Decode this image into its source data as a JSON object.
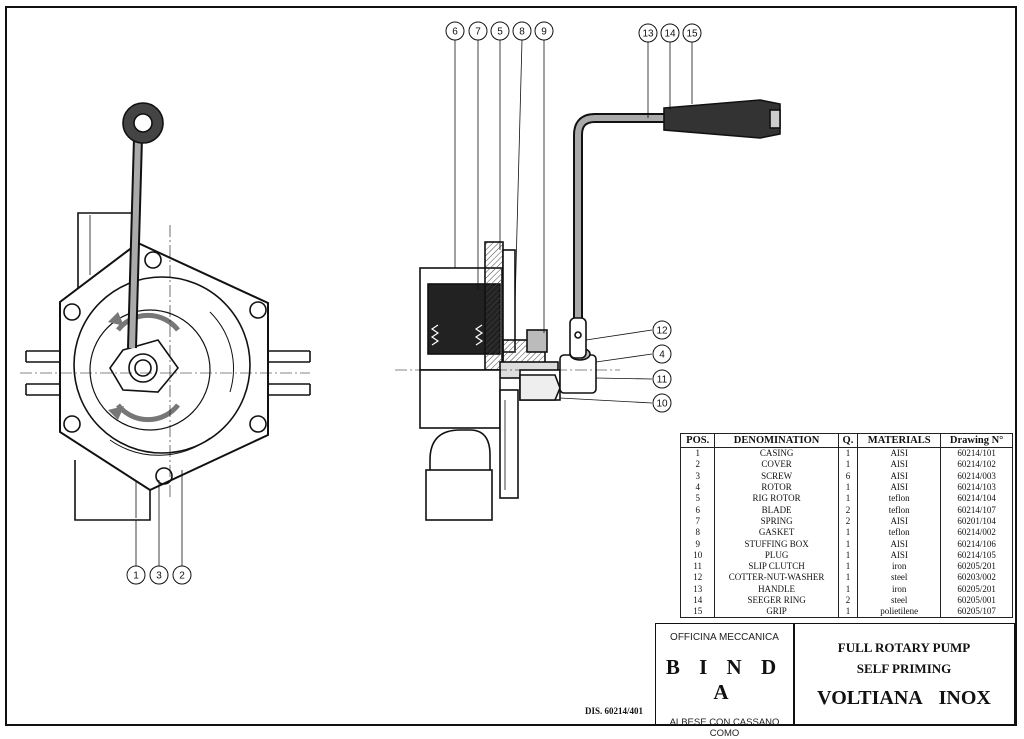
{
  "callouts": {
    "front": [
      "1",
      "3",
      "2"
    ],
    "side_top": [
      "6",
      "7",
      "5",
      "8",
      "9"
    ],
    "handle_top": [
      "13",
      "14",
      "15"
    ],
    "side_right": [
      "12",
      "4",
      "11",
      "10"
    ]
  },
  "parts_table": {
    "headers": [
      "POS.",
      "DENOMINATION",
      "Q.",
      "MATERIALS",
      "Drawing N°"
    ],
    "rows": [
      [
        "1",
        "CASING",
        "1",
        "AISI",
        "60214/101"
      ],
      [
        "2",
        "COVER",
        "1",
        "AISI",
        "60214/102"
      ],
      [
        "3",
        "SCREW",
        "6",
        "AISI",
        "60214/003"
      ],
      [
        "4",
        "ROTOR",
        "1",
        "AISI",
        "60214/103"
      ],
      [
        "5",
        "RIG ROTOR",
        "1",
        "teflon",
        "60214/104"
      ],
      [
        "6",
        "BLADE",
        "2",
        "teflon",
        "60214/107"
      ],
      [
        "7",
        "SPRING",
        "2",
        "AISI",
        "60201/104"
      ],
      [
        "8",
        "GASKET",
        "1",
        "teflon",
        "60214/002"
      ],
      [
        "9",
        "STUFFING BOX",
        "1",
        "AISI",
        "60214/106"
      ],
      [
        "10",
        "PLUG",
        "1",
        "AISI",
        "60214/105"
      ],
      [
        "11",
        "SLIP CLUTCH",
        "1",
        "iron",
        "60205/201"
      ],
      [
        "12",
        "COTTER-NUT-WASHER",
        "1",
        "steel",
        "60203/002"
      ],
      [
        "13",
        "HANDLE",
        "1",
        "iron",
        "60205/201"
      ],
      [
        "14",
        "SEEGER RING",
        "2",
        "steel",
        "60205/001"
      ],
      [
        "15",
        "GRIP",
        "1",
        "polietilene",
        "60205/107"
      ]
    ]
  },
  "title_block": {
    "company_line1": "OFFICINA MECCANICA",
    "company_name": "B I N D A",
    "company_line3": "ALBESE CON CASSANO",
    "company_line4": "COMO",
    "title_line1": "FULL ROTARY PUMP",
    "title_line2": "SELF PRIMING",
    "model": "VOLTIANA   INOX",
    "drawing_number": "DIS. 60214/401"
  }
}
